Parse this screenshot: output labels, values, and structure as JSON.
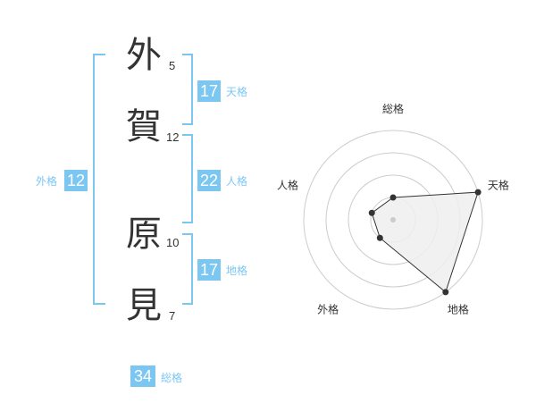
{
  "name": {
    "chars": [
      {
        "char": "外",
        "strokes": "5"
      },
      {
        "char": "賀",
        "strokes": "12"
      },
      {
        "char": "原",
        "strokes": "10"
      },
      {
        "char": "見",
        "strokes": "7"
      }
    ]
  },
  "fortunes": {
    "tenkaku": {
      "value": "17",
      "label": "天格"
    },
    "jinkaku": {
      "value": "22",
      "label": "人格"
    },
    "chikaku": {
      "value": "17",
      "label": "地格"
    },
    "gaikaku": {
      "value": "12",
      "label": "外格"
    },
    "soukaku": {
      "value": "34",
      "label": "総格"
    }
  },
  "radar": {
    "axes": [
      "総格",
      "天格",
      "地格",
      "外格",
      "人格"
    ],
    "levels": 4,
    "values": [
      1,
      4,
      4,
      1,
      1
    ],
    "max": 4
  },
  "colors": {
    "accent": "#7cc7f2",
    "ring": "#cccccc",
    "fill": "#eeeeee",
    "point": "#333333"
  }
}
